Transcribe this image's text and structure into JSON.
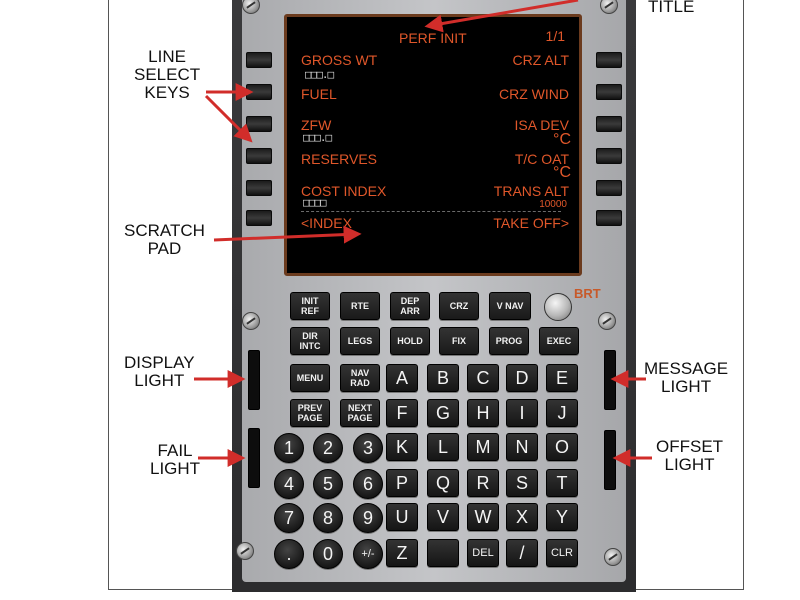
{
  "callouts": {
    "title": "TITLE",
    "line_select_keys": "LINE\nSELECT\nKEYS",
    "scratch_pad": "SCRATCH\nPAD",
    "display_light": "DISPLAY\nLIGHT",
    "fail_light": "FAIL\nLIGHT",
    "message_light": "MESSAGE\nLIGHT",
    "offset_light": "OFFSET\nLIGHT"
  },
  "screen": {
    "title": "PERF INIT",
    "page": "1/1",
    "left_lines": [
      "GROSS WT",
      "FUEL",
      "ZFW",
      "RESERVES",
      "COST INDEX",
      "<INDEX"
    ],
    "right_lines": [
      "CRZ ALT",
      "CRZ WIND",
      "ISA DEV",
      "T/C OAT",
      "TRANS ALT",
      "TAKE OFF>"
    ],
    "gross_wt_boxes": "□□□.□",
    "zfw_boxes": "□□□.□",
    "cost_index_boxes": "□□□□",
    "isa_dev_unit": "°C",
    "tc_oat_unit": "°C",
    "trans_alt_value": "10000"
  },
  "function_keys": [
    {
      "id": "init-ref",
      "label": "INIT\nREF"
    },
    {
      "id": "rte",
      "label": "RTE"
    },
    {
      "id": "dep-arr",
      "label": "DEP\nARR"
    },
    {
      "id": "crz",
      "label": "CRZ"
    },
    {
      "id": "vnav",
      "label": "V NAV"
    },
    {
      "id": "dir-intc",
      "label": "DIR\nINTC"
    },
    {
      "id": "legs",
      "label": "LEGS"
    },
    {
      "id": "hold",
      "label": "HOLD"
    },
    {
      "id": "fix",
      "label": "FIX"
    },
    {
      "id": "prog",
      "label": "PROG"
    },
    {
      "id": "exec",
      "label": "EXEC"
    },
    {
      "id": "menu",
      "label": "MENU"
    },
    {
      "id": "nav-rad",
      "label": "NAV\nRAD"
    },
    {
      "id": "prev-page",
      "label": "PREV\nPAGE"
    },
    {
      "id": "next-page",
      "label": "NEXT\nPAGE"
    }
  ],
  "letter_keys": [
    "A",
    "B",
    "C",
    "D",
    "E",
    "F",
    "G",
    "H",
    "I",
    "J",
    "K",
    "L",
    "M",
    "N",
    "O",
    "P",
    "Q",
    "R",
    "S",
    "T",
    "U",
    "V",
    "W",
    "X",
    "Y",
    "Z",
    "",
    "DEL",
    "/",
    "CLR"
  ],
  "number_keys": [
    "1",
    "2",
    "3",
    "4",
    "5",
    "6",
    "7",
    "8",
    "9",
    ".",
    "0",
    "+/-"
  ],
  "brightness_label": "BRT",
  "colors": {
    "screen_text": "#e0572a",
    "arrow": "#d12d2a",
    "bezel": "#b8b9bc"
  }
}
